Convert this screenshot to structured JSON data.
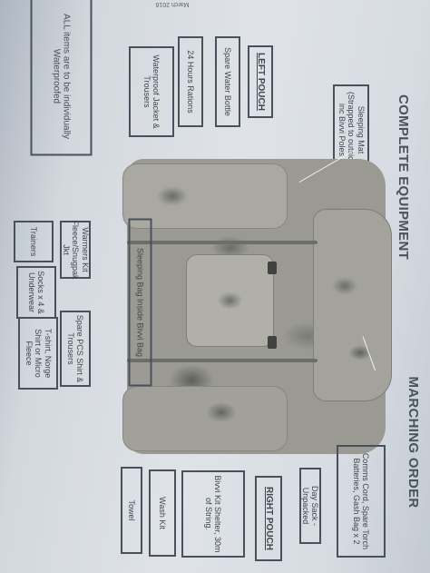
{
  "header_fragment": "March 2016",
  "headings": {
    "left": "COMPLETE EQUIPMENT",
    "right": "MARCHING ORDER"
  },
  "top_box": "Sleeping Mat (Strapped to outside) inc Bivvi Poles",
  "left_pouch": {
    "title": "LEFT POUCH",
    "items": [
      "Spare Water Bottle",
      "24 Hours Rations",
      "Waterproof Jacket & Trousers"
    ]
  },
  "right_pouch": {
    "title": "RIGHT POUCH",
    "items": [
      "Bivvi Kit Shelter, 30m of String.",
      "Wash Kit",
      "Towel"
    ]
  },
  "bottom_right": {
    "daysack": "Day Sack - Unpacked",
    "comms": "Comms Cord, Spare Torch Batteries, Gash Bag x 2"
  },
  "main_compartment": {
    "sleeping_bag": "Sleeping Bag Inside Bivvi Bag",
    "warmers": "Warmers Kit Fleece/Snugpak Jkt",
    "spare_pcs": "Spare PCS Shirt & Trousers",
    "trainers": "Trainers",
    "socks": "Socks x 4 & Underwear",
    "tshirt": "T-shirt, Norge Shirt or Micro Fleece"
  },
  "note": "ALL items are to be individually Waterproofed",
  "colors": {
    "paper": "#dfe3e8",
    "ink": "#3f4650",
    "camo": "#9a9a92"
  }
}
